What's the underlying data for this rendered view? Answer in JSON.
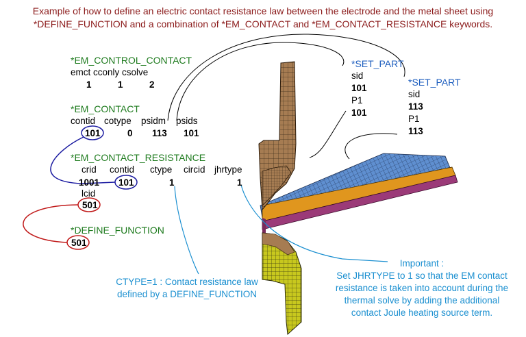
{
  "title_line1": "Example of how to define an electric contact resistance law between the electrode and the metal sheet using",
  "title_line2": "*DEFINE_FUNCTION and a combination of *EM_CONTACT and *EM_CONTACT_RESISTANCE keywords.",
  "em_control_contact": {
    "keyword": "*EM_CONTROL_CONTACT",
    "fields": "emct cconly csolve",
    "values": [
      "1",
      "1",
      "2"
    ]
  },
  "em_contact": {
    "keyword": "*EM_CONTACT",
    "fields": [
      "contid",
      "cotype",
      "psidm",
      "psids"
    ],
    "values": [
      "101",
      "0",
      "113",
      "101"
    ]
  },
  "em_contact_resistance": {
    "keyword": "*EM_CONTACT_RESISTANCE",
    "fields": [
      "crid",
      "contid",
      "ctype",
      "circid",
      "jhrtype"
    ],
    "values": [
      "1001",
      "101",
      "1",
      "1"
    ],
    "lcid_label": "lcid",
    "lcid_value": "501"
  },
  "define_function": {
    "keyword": "*DEFINE_FUNCTION",
    "value": "501"
  },
  "set_part_1": {
    "keyword": "*SET_PART",
    "sid_label": "sid",
    "sid_value": "101",
    "p1_label": "P1",
    "p1_value": "101"
  },
  "set_part_2": {
    "keyword": "*SET_PART",
    "sid_label": "sid",
    "sid_value": "113",
    "p1_label": "P1",
    "p1_value": "113"
  },
  "ctype_note": [
    "CTYPE=1 : Contact resistance law",
    "defined by a DEFINE_FUNCTION"
  ],
  "important_note": [
    "Important :",
    "Set JHRTYPE to 1 so that the EM contact",
    "resistance is taken into account during the",
    "thermal solve by adding the additional",
    "contact Joule heating source term."
  ],
  "colors": {
    "title": "#8b1a1a",
    "keyword_green": "#1e7b1e",
    "keyword_blue": "#1f5fbf",
    "note": "#1a8fd0",
    "circle_blue": "#1a1aa0",
    "circle_red": "#c01818",
    "electrode_top": "#a67c52",
    "electrode_bottom": "#c8c81e",
    "sheet_blue": "#5f8fd0",
    "sheet_orange": "#e0961e",
    "sheet_purple": "#9b3a78"
  }
}
